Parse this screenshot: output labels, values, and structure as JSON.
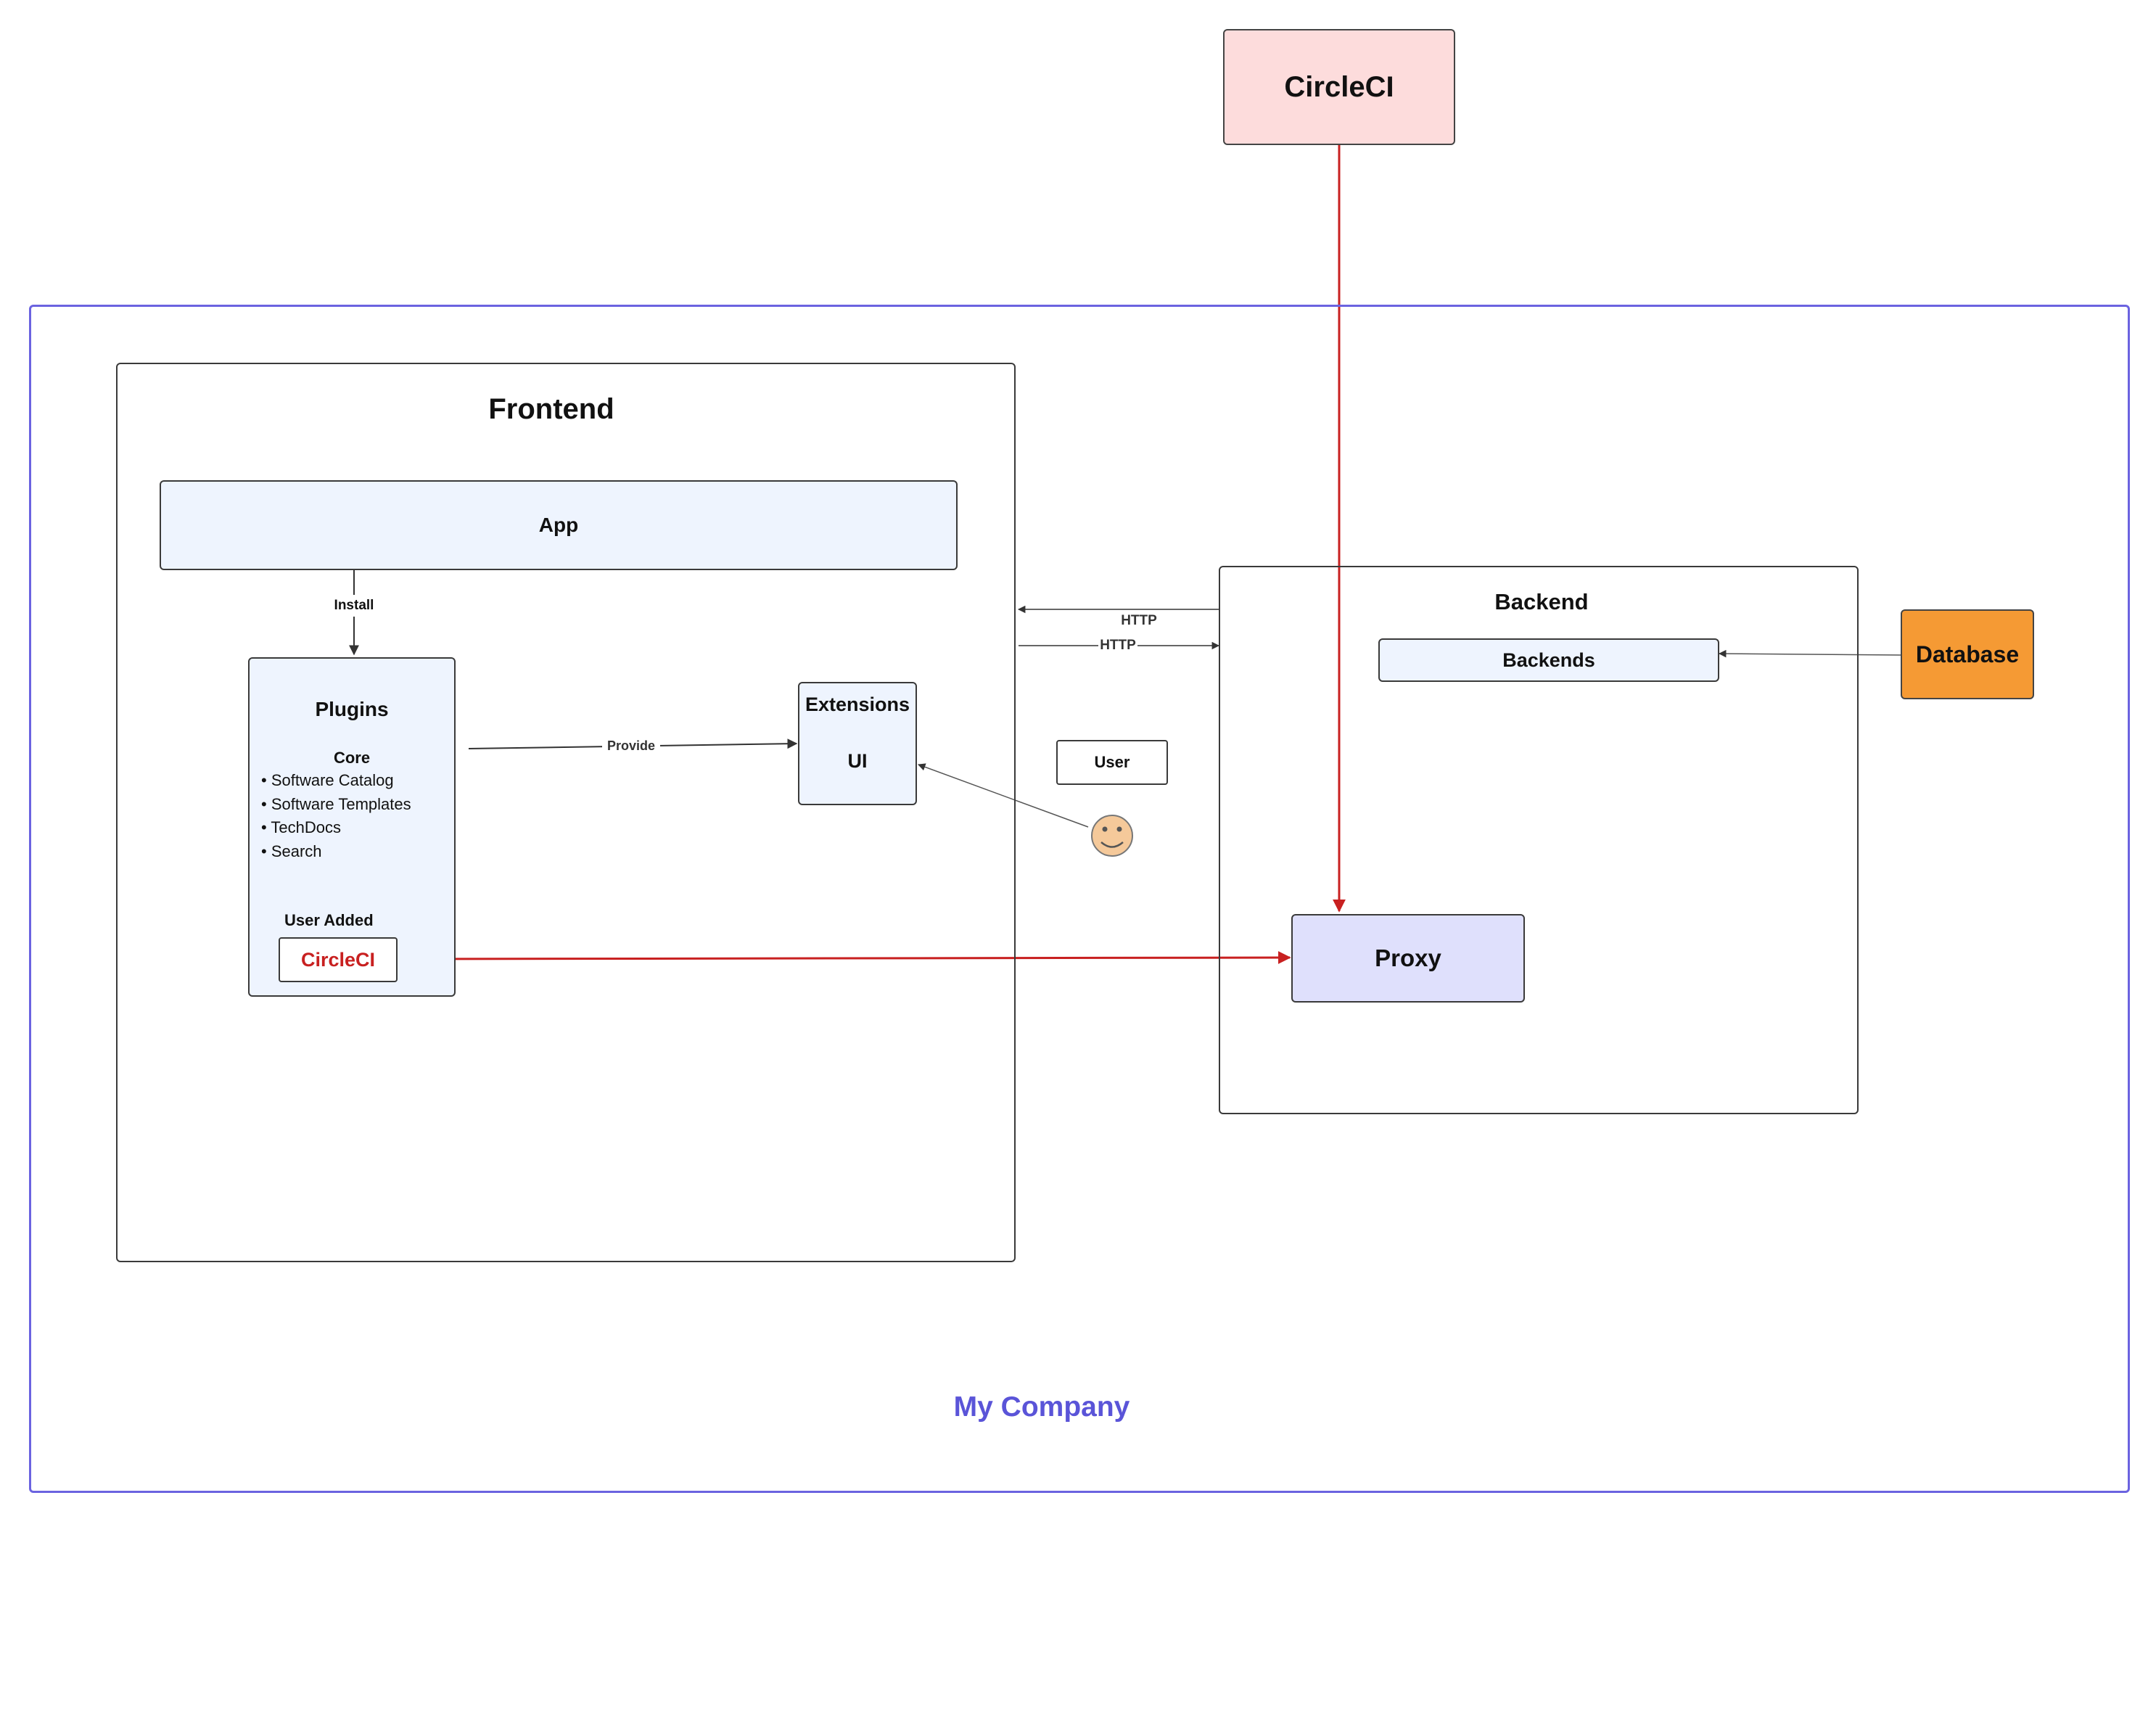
{
  "diagram": {
    "external": {
      "circleci_title": "CircleCI"
    },
    "company": {
      "label": "My Company"
    },
    "frontend": {
      "title": "Frontend",
      "app": "App",
      "install_label": "Install",
      "plugins": {
        "title": "Plugins",
        "core_heading": "Core",
        "core_items": [
          "• Software Catalog",
          "• Software Templates",
          "• TechDocs",
          "•  Search"
        ],
        "user_added_heading": "User Added",
        "user_added_item": "CircleCI"
      },
      "provide_label": "Provide",
      "extensions": {
        "title": "Extensions",
        "ui": "UI"
      }
    },
    "user": {
      "label": "User"
    },
    "http_labels": [
      "HTTP",
      "HTTP"
    ],
    "backend": {
      "title": "Backend",
      "backends": "Backends",
      "proxy": "Proxy"
    },
    "database": {
      "label": "Database"
    },
    "colors": {
      "company_border": "#6b63e0",
      "company_label": "#5a54d8",
      "circleci_fill": "#fddcdc",
      "circleci_edge": "#c82020",
      "light_blue_fill": "#eef4fe",
      "proxy_fill": "#dfe0fc",
      "database_fill": "#f59a34",
      "user_face": "#f5c99a"
    }
  }
}
